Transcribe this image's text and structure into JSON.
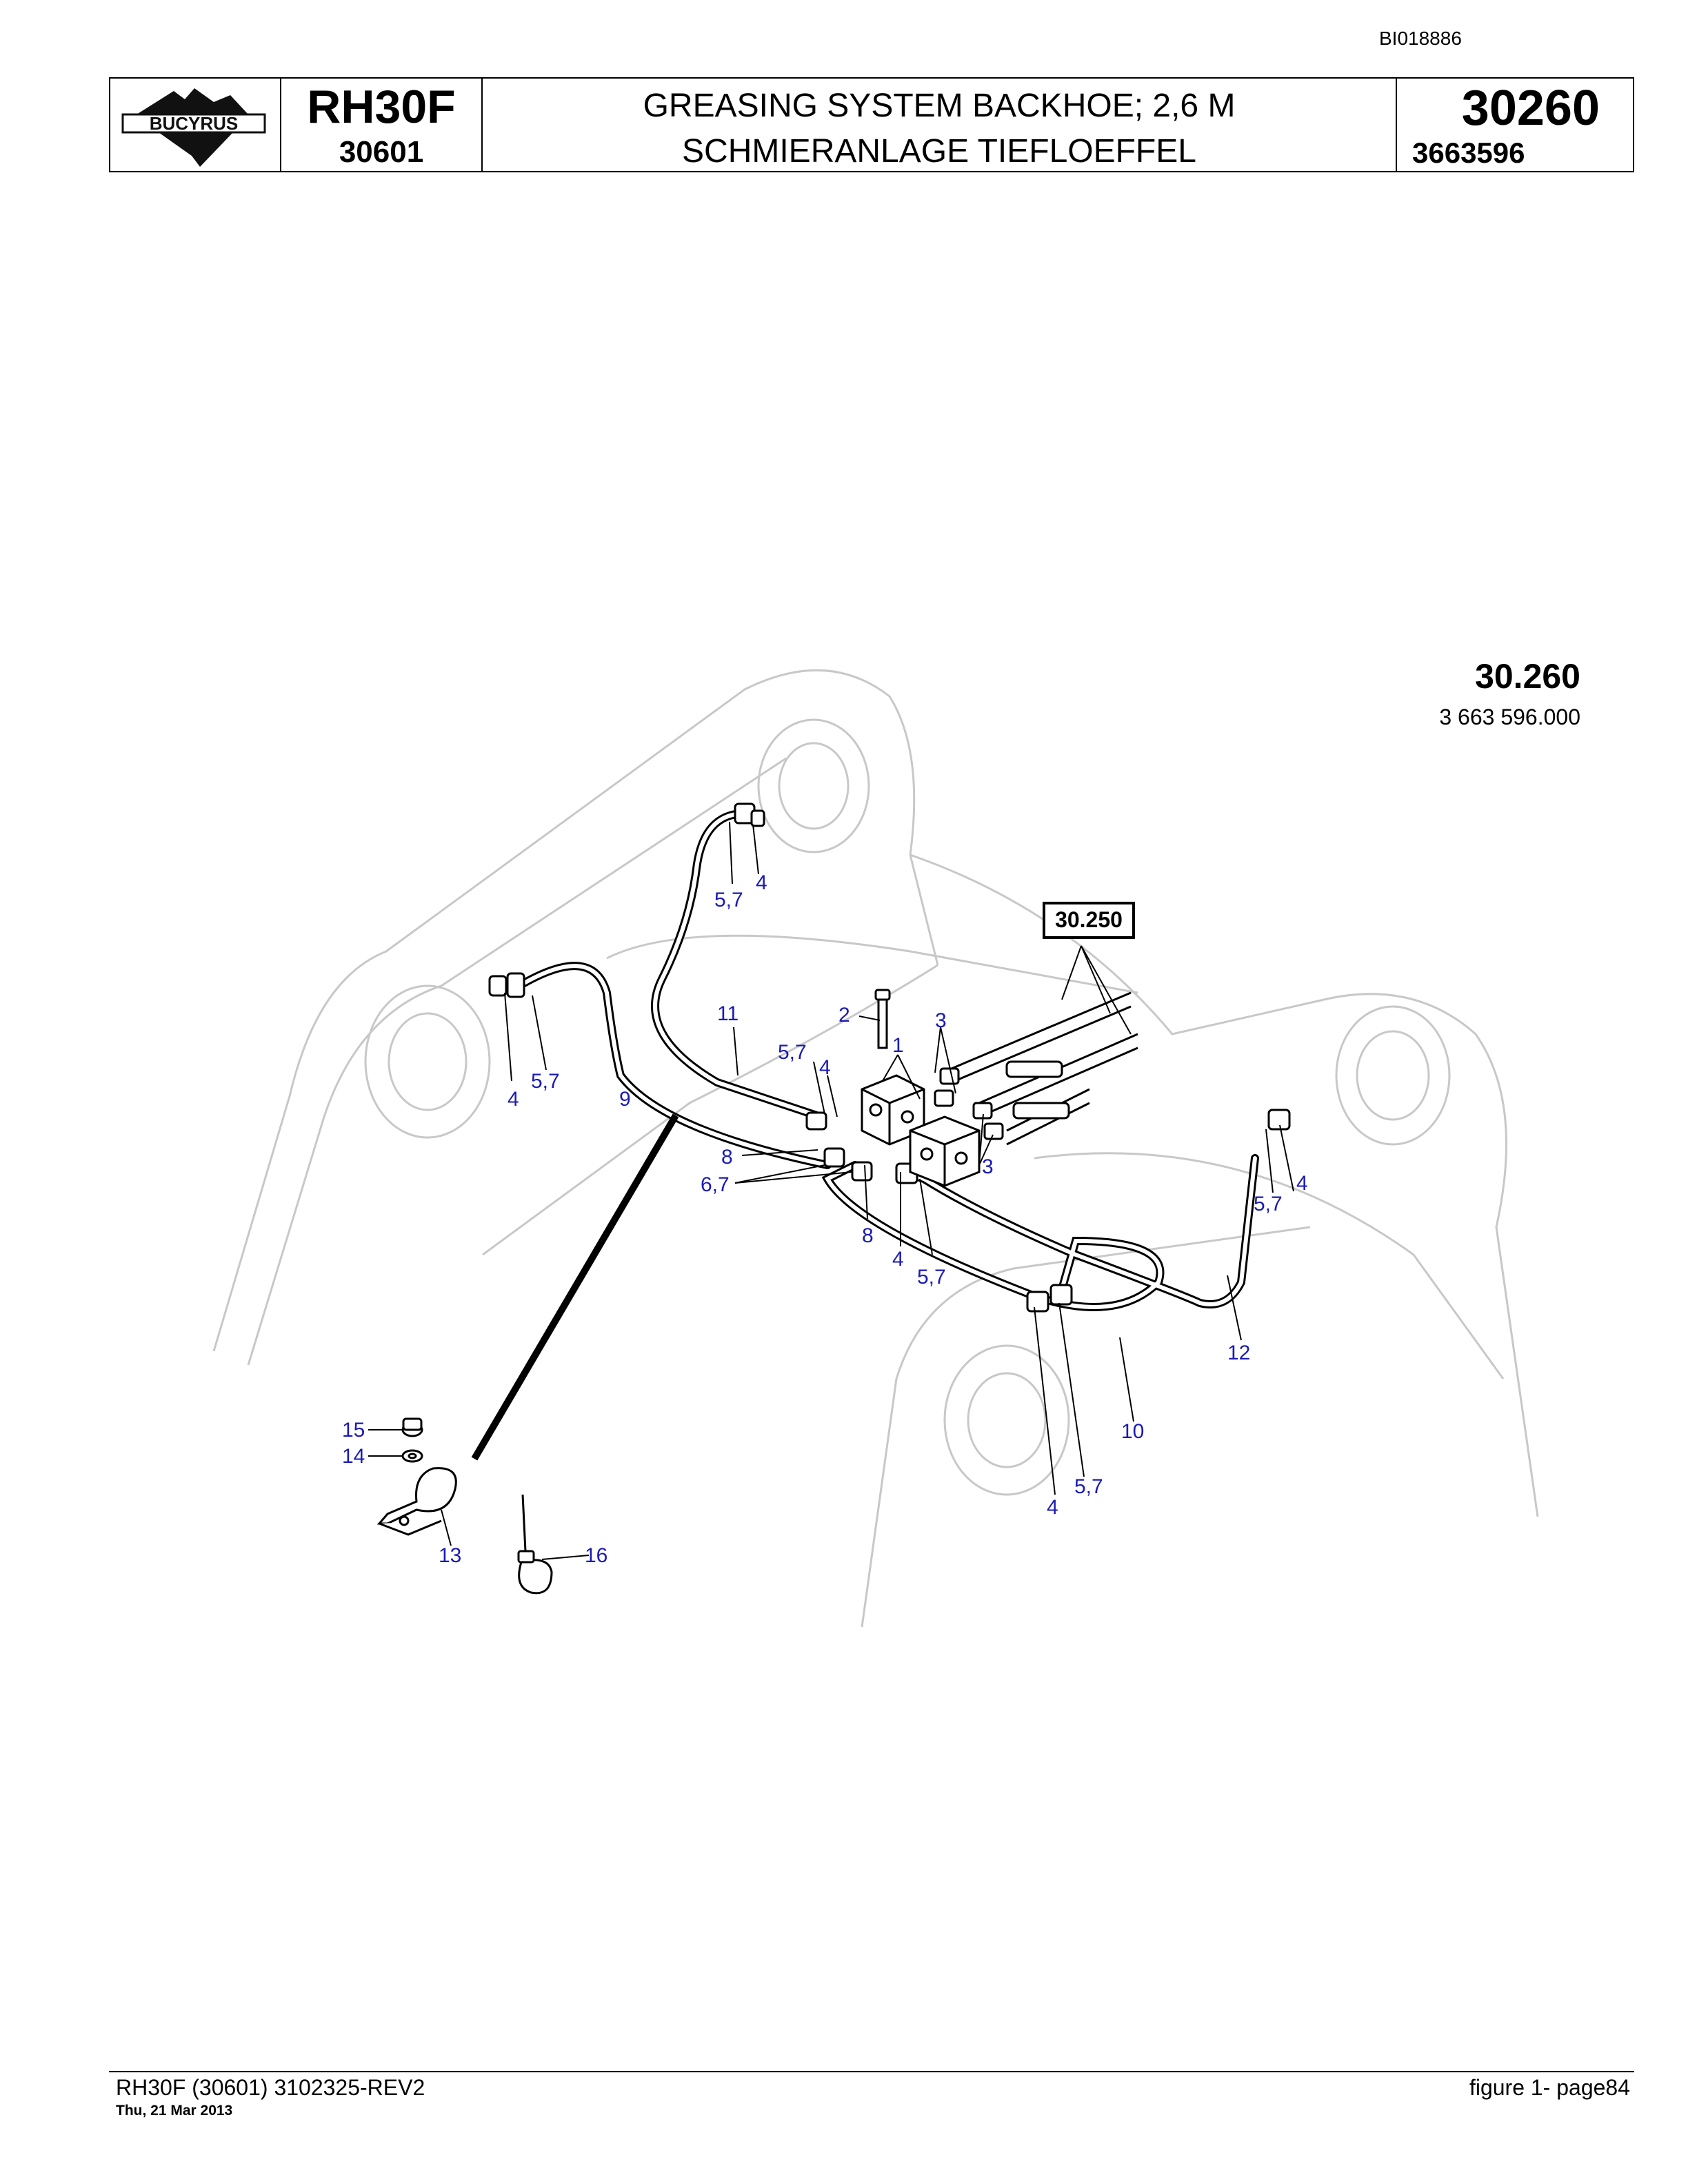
{
  "document_ref": "BI018886",
  "header": {
    "brand": "BUCYRUS",
    "model": "RH30F",
    "serial": "30601",
    "title_en": "GREASING SYSTEM BACKHOE; 2,6 M",
    "title_de": "SCHMIERANLAGE TIEFLOEFFEL",
    "group_number": "30260",
    "part_number": "3663596"
  },
  "figure": {
    "number": "30.260",
    "part_number": "3 663 596.000",
    "reference_box": "30.250",
    "callouts": [
      "5,7",
      "4",
      "11",
      "2",
      "1",
      "3",
      "5,7",
      "4",
      "9",
      "8",
      "6,7",
      "4",
      "5,7",
      "3",
      "8",
      "4",
      "5,7",
      "5,7",
      "4",
      "12",
      "10",
      "4",
      "5,7",
      "15",
      "14",
      "13",
      "16"
    ]
  },
  "footer": {
    "left": "RH30F (30601) 3102325-REV2",
    "date": "Thu, 21 Mar 2013",
    "right": "figure  1- page84"
  }
}
